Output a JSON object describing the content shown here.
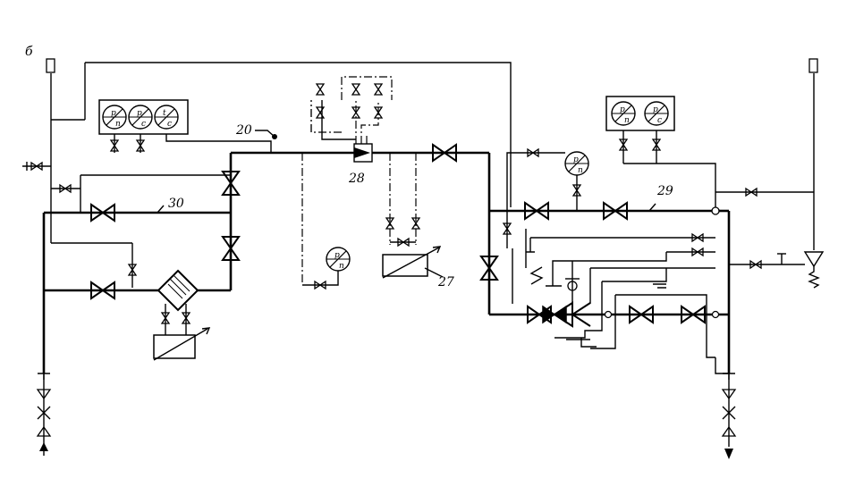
{
  "labels": {
    "b": "б",
    "n20": "20",
    "n28": "28",
    "n27": "27",
    "n29": "29",
    "n30": "30"
  },
  "gauges": {
    "pn": [
      "p",
      "п"
    ],
    "pc": [
      "p",
      "с"
    ],
    "tc": [
      "t",
      "с"
    ]
  }
}
